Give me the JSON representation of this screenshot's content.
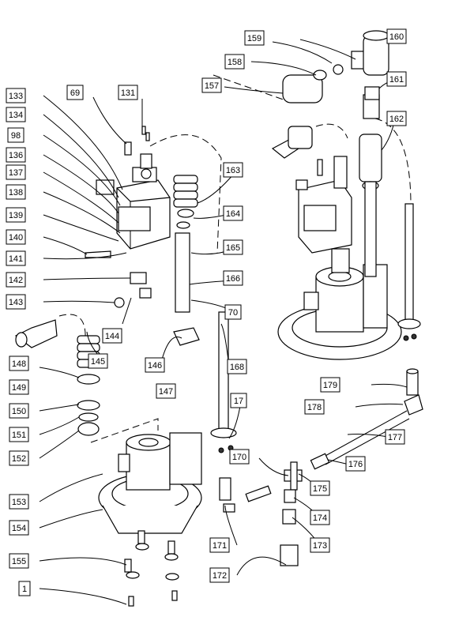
{
  "diagram": {
    "labels": [
      {
        "id": "133",
        "text": "133"
      },
      {
        "id": "134",
        "text": "134"
      },
      {
        "id": "98",
        "text": "98"
      },
      {
        "id": "136",
        "text": "136"
      },
      {
        "id": "137",
        "text": "137"
      },
      {
        "id": "138",
        "text": "138"
      },
      {
        "id": "139",
        "text": "139"
      },
      {
        "id": "140",
        "text": "140"
      },
      {
        "id": "141",
        "text": "141"
      },
      {
        "id": "142",
        "text": "142"
      },
      {
        "id": "143",
        "text": "143"
      },
      {
        "id": "148",
        "text": "148"
      },
      {
        "id": "149",
        "text": "149"
      },
      {
        "id": "150",
        "text": "150"
      },
      {
        "id": "151",
        "text": "151"
      },
      {
        "id": "152",
        "text": "152"
      },
      {
        "id": "153",
        "text": "153"
      },
      {
        "id": "154",
        "text": "154"
      },
      {
        "id": "155",
        "text": "155"
      },
      {
        "id": "1",
        "text": "1"
      },
      {
        "id": "69",
        "text": "69"
      },
      {
        "id": "131",
        "text": "131"
      },
      {
        "id": "157",
        "text": "157"
      },
      {
        "id": "158",
        "text": "158"
      },
      {
        "id": "159",
        "text": "159"
      },
      {
        "id": "160",
        "text": "160"
      },
      {
        "id": "161",
        "text": "161"
      },
      {
        "id": "162",
        "text": "162"
      },
      {
        "id": "163",
        "text": "163"
      },
      {
        "id": "164",
        "text": "164"
      },
      {
        "id": "165",
        "text": "165"
      },
      {
        "id": "166",
        "text": "166"
      },
      {
        "id": "70",
        "text": "70"
      },
      {
        "id": "144",
        "text": "144"
      },
      {
        "id": "145",
        "text": "145"
      },
      {
        "id": "146",
        "text": "146"
      },
      {
        "id": "147",
        "text": "147"
      },
      {
        "id": "168",
        "text": "168"
      },
      {
        "id": "17",
        "text": "17"
      },
      {
        "id": "179",
        "text": "179"
      },
      {
        "id": "178",
        "text": "178"
      },
      {
        "id": "177",
        "text": "177"
      },
      {
        "id": "176",
        "text": "176"
      },
      {
        "id": "175",
        "text": "175"
      },
      {
        "id": "170",
        "text": "170"
      },
      {
        "id": "174",
        "text": "174"
      },
      {
        "id": "173",
        "text": "173"
      },
      {
        "id": "171",
        "text": "171"
      },
      {
        "id": "172",
        "text": "172"
      }
    ]
  }
}
